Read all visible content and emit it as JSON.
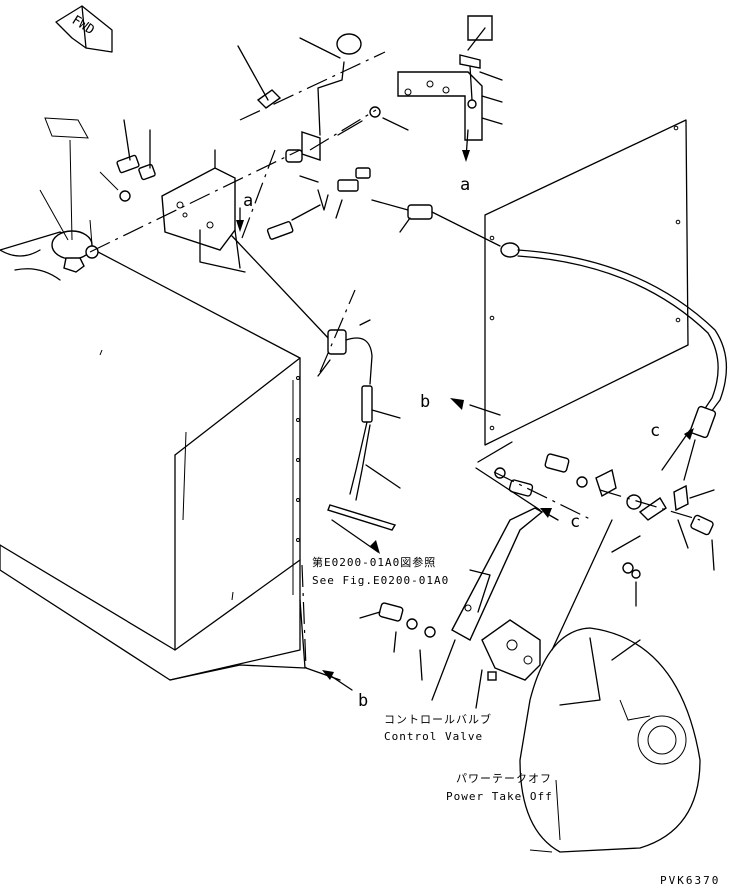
{
  "diagram": {
    "fwd_label": "FWD",
    "ref_letters": {
      "a_top": "a",
      "a_left": "a",
      "b_mid": "b",
      "b_bottom": "b",
      "c_right": "c",
      "c_mid": "c"
    },
    "ref_note": {
      "jp": "第E0200-01A0図参照",
      "en": "See Fig.E0200-01A0"
    },
    "control_valve": {
      "jp": "コントロールバルブ",
      "en": "Control Valve"
    },
    "power_take_off": {
      "jp": "パワーテークオフ",
      "en": "Power Take Off"
    },
    "drawing_code": "PVK6370"
  }
}
